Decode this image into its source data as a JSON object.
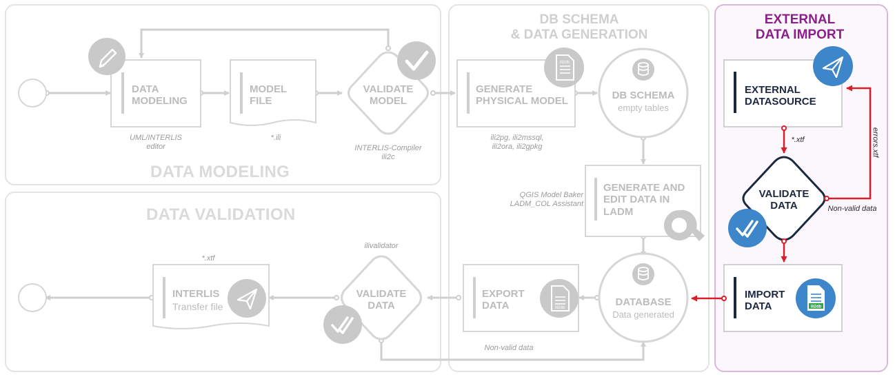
{
  "sections": {
    "data_modeling": "DATA MODELING",
    "data_validation": "DATA VALIDATION",
    "db_schema_line1": "DB SCHEMA",
    "db_schema_line2": "& DATA GENERATION",
    "external_line1": "EXTERNAL",
    "external_line2": "DATA IMPORT"
  },
  "nodes": {
    "data_modeling": {
      "line1": "DATA",
      "line2": "MODELING",
      "note1": "UML/INTERLIS",
      "note2": "editor"
    },
    "model_file": {
      "line1": "MODEL",
      "line2": "FILE",
      "note": "*.ili"
    },
    "validate_model": {
      "line1": "VALIDATE",
      "line2": "MODEL",
      "note1": "INTERLIS-Compiler",
      "note2": "ili2c"
    },
    "generate_physical": {
      "line1": "GENERATE",
      "line2": "PHYSICAL MODEL",
      "note1": "ili2pg, ili2mssql,",
      "note2": "ili2ora, ili2gpkg",
      "icon_text": "ili2db"
    },
    "db_schema": {
      "line1": "DB SCHEMA",
      "line2": "empty tables"
    },
    "generate_edit": {
      "line1": "GENERATE AND",
      "line2": "EDIT DATA IN",
      "line3": "LADM",
      "note1": "QGIS Model Baker",
      "note2": "LADM_COL Assistant"
    },
    "database": {
      "line1": "DATABASE",
      "line2": "Data generated"
    },
    "export_data": {
      "line1": "EXPORT",
      "line2": "DATA",
      "icon_text": "ili2db"
    },
    "validate_data": {
      "line1": "VALIDATE",
      "line2": "DATA",
      "note": "ilivalidator",
      "nonvalid": "Non-valid data"
    },
    "interlis_transfer": {
      "line1": "INTERLIS",
      "line2": "Transfer file",
      "note": "*.xtf"
    },
    "external_datasource": {
      "line1": "EXTERNAL",
      "line2": "DATASOURCE"
    },
    "ext_validate": {
      "line1": "VALIDATE",
      "line2": "DATA",
      "note_xtf": "*.xtf",
      "nonvalid": "Non-valid data",
      "errors": "errors.xtf"
    },
    "import_data": {
      "line1": "IMPORT",
      "line2": "DATA",
      "icon_text": "ili2db"
    }
  },
  "colors": {
    "inactive": "#cfcfcf",
    "active_outline": "#1c2740",
    "accent_red": "#d81e2a",
    "icon_blue": "#3c86c9",
    "external_title": "#8a1f8a"
  },
  "icons": [
    "pencil-icon",
    "check-icon",
    "document-icon",
    "database-icon",
    "qgis-icon",
    "paper-plane-icon"
  ]
}
